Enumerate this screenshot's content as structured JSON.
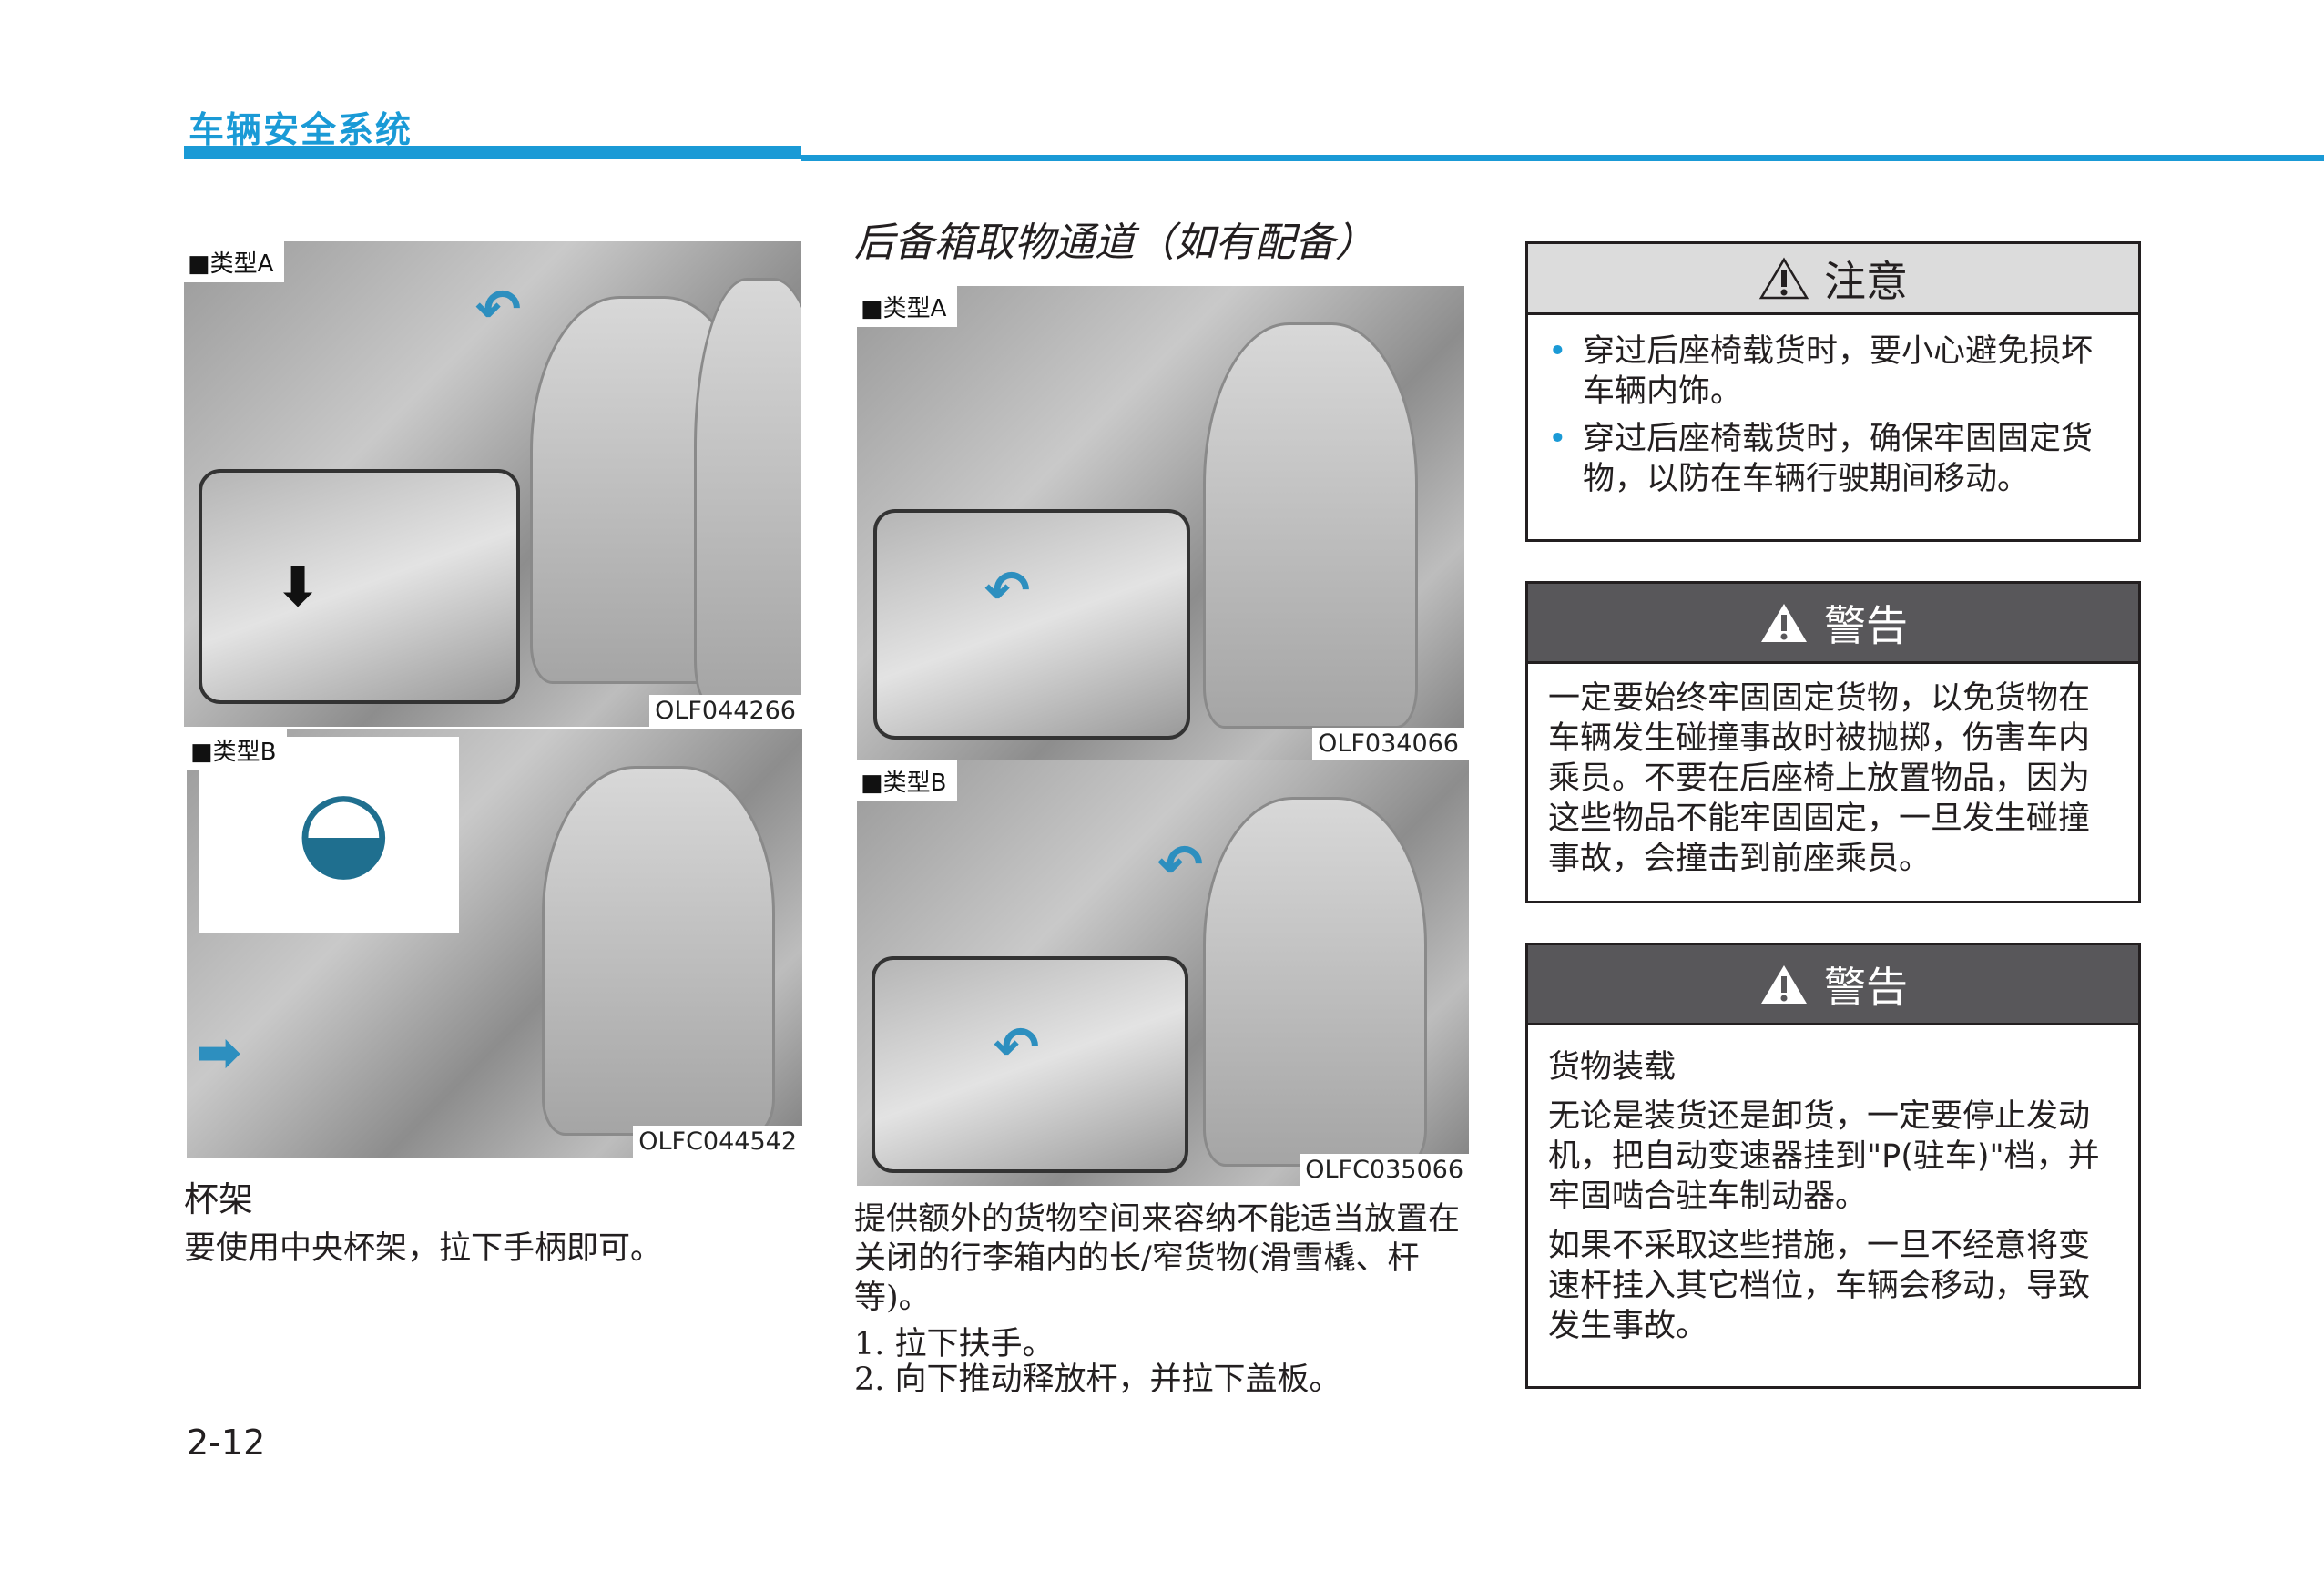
{
  "header": {
    "section_title": "车辆安全系统"
  },
  "left": {
    "image_a": {
      "type_label": "■类型A",
      "code": "OLF044266"
    },
    "image_b": {
      "type_label": "■类型B",
      "code": "OLFC044542"
    },
    "heading": "杯架",
    "text": "要使用中央杯架，拉下手柄即可。"
  },
  "middle": {
    "title": "后备箱取物通道（如有配备）",
    "image_a": {
      "type_label": "■类型A",
      "code": "OLF034066"
    },
    "image_b": {
      "type_label": "■类型B",
      "code": "OLFC035066"
    },
    "text": "提供额外的货物空间来容纳不能适当放置在关闭的行李箱内的长/窄货物(滑雪橇、杆等)。",
    "steps": [
      "1. 拉下扶手。",
      "2. 向下推动释放杆，并拉下盖板。"
    ]
  },
  "right": {
    "caution": {
      "title": "注意",
      "items": [
        "穿过后座椅载货时，要小心避免损坏车辆内饰。",
        "穿过后座椅载货时，确保牢固固定货物，以防在车辆行驶期间移动。"
      ]
    },
    "warning1": {
      "title": "警告",
      "text": "一定要始终牢固固定货物，以免货物在车辆发生碰撞事故时被抛掷，伤害车内乘员。不要在后座椅上放置物品，因为这些物品不能牢固固定，一旦发生碰撞事故，会撞击到前座乘员。"
    },
    "warning2": {
      "title": "警告",
      "subtitle": "货物装载",
      "paragraphs": [
        "无论是装货还是卸货，一定要停止发动机，把自动变速器挂到\"P(驻车)\"档，并牢固啮合驻车制动器。",
        "如果不采取这些措施，一旦不经意将变速杆挂入其它档位，车辆会移动，导致发生事故。"
      ]
    }
  },
  "footer": {
    "page_number": "2-12"
  },
  "colors": {
    "accent": "#1a9ad6",
    "warning_header": "#58575a",
    "caution_header": "#dcdcdc"
  }
}
